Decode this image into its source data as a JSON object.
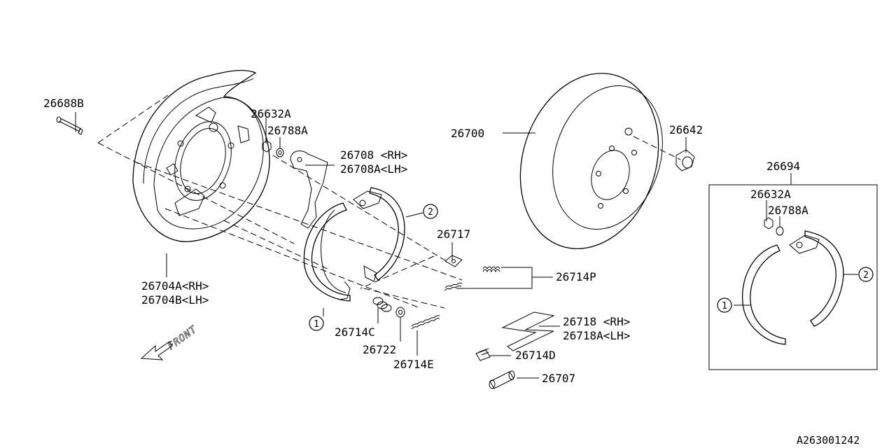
{
  "diagram": {
    "part_labels": {
      "p26688B": "26688B",
      "p26632A": "26632A",
      "p26788A": "26788A",
      "p26708": "26708 <RH>",
      "p26708A": "26708A<LH>",
      "p26700": "26700",
      "p26642": "26642",
      "p26694": "26694",
      "p26632A_kit": "26632A",
      "p26788A_kit": "26788A",
      "p26717": "26717",
      "p26714P": "26714P",
      "p26704A": "26704A<RH>",
      "p26704B": "26704B<LH>",
      "p26714C": "26714C",
      "p26722": "26722",
      "p26714E": "26714E",
      "p26718": "26718 <RH>",
      "p26718A": "26718A<LH>",
      "p26714D": "26714D",
      "p26707": "26707"
    },
    "callouts": {
      "c1_main": "1",
      "c2_main": "2",
      "c1_kit": "1",
      "c2_kit": "2"
    },
    "front_label": "FRONT",
    "diagram_id": "A263001242"
  }
}
